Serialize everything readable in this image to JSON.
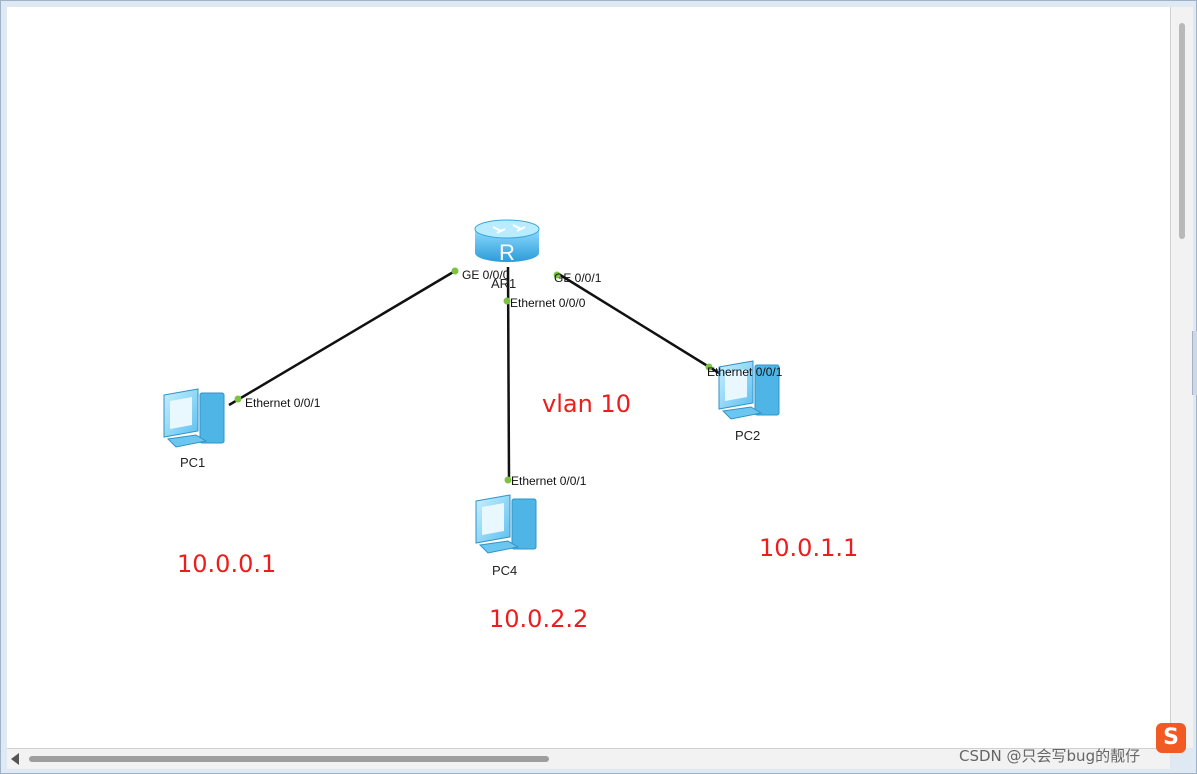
{
  "topology": {
    "router": {
      "name": "AR1",
      "glyph": "R"
    },
    "pcs": [
      {
        "name": "PC1",
        "port": "Ethernet 0/0/1",
        "ip": "10.0.0.1"
      },
      {
        "name": "PC4",
        "port": "Ethernet 0/0/1",
        "ip": "10.0.2.2"
      },
      {
        "name": "PC2",
        "port": "Ethernet 0/0/1",
        "ip": "10.0.1.1"
      }
    ],
    "router_ports": {
      "to_pc1": "GE 0/0/0",
      "to_pc4": "Ethernet 0/0/0",
      "to_pc2": "GE 0/0/1"
    },
    "vlan_label": "vlan 10"
  },
  "colors": {
    "annotation": "#ee1c1c",
    "link": "#111111",
    "port_dot": "#7dc242",
    "router": "#4ab6ea"
  },
  "watermark": {
    "text": "CSDN @只会写bug的靓仔",
    "logo": "S"
  }
}
